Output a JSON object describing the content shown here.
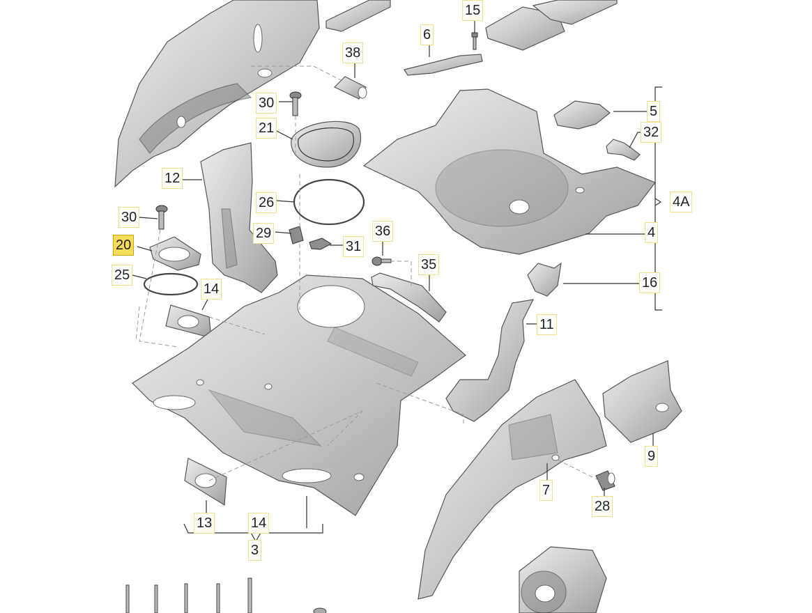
{
  "callouts": [
    {
      "id": "c15",
      "text": "15",
      "highlight": false
    },
    {
      "id": "c6",
      "text": "6",
      "highlight": false
    },
    {
      "id": "c38",
      "text": "38",
      "highlight": false
    },
    {
      "id": "c30a",
      "text": "30",
      "highlight": false
    },
    {
      "id": "c21",
      "text": "21",
      "highlight": false
    },
    {
      "id": "c5",
      "text": "5",
      "highlight": false
    },
    {
      "id": "c32",
      "text": "32",
      "highlight": false
    },
    {
      "id": "c12",
      "text": "12",
      "highlight": false
    },
    {
      "id": "c26",
      "text": "26",
      "highlight": false
    },
    {
      "id": "c4A",
      "text": "4A",
      "highlight": false
    },
    {
      "id": "c30b",
      "text": "30",
      "highlight": false
    },
    {
      "id": "c29",
      "text": "29",
      "highlight": false
    },
    {
      "id": "c36",
      "text": "36",
      "highlight": false
    },
    {
      "id": "c4",
      "text": "4",
      "highlight": false
    },
    {
      "id": "c20",
      "text": "20",
      "highlight": true
    },
    {
      "id": "c31",
      "text": "31",
      "highlight": false
    },
    {
      "id": "c35",
      "text": "35",
      "highlight": false
    },
    {
      "id": "c25",
      "text": "25",
      "highlight": false
    },
    {
      "id": "c16",
      "text": "16",
      "highlight": false
    },
    {
      "id": "c14a",
      "text": "14",
      "highlight": false
    },
    {
      "id": "c11",
      "text": "11",
      "highlight": false
    },
    {
      "id": "c9",
      "text": "9",
      "highlight": false
    },
    {
      "id": "c7",
      "text": "7",
      "highlight": false
    },
    {
      "id": "c28",
      "text": "28",
      "highlight": false
    },
    {
      "id": "c13",
      "text": "13",
      "highlight": false
    },
    {
      "id": "c14b",
      "text": "14",
      "highlight": false
    },
    {
      "id": "c3",
      "text": "3",
      "highlight": false
    }
  ],
  "colors": {
    "highlight": "#f6dc5a",
    "callout_border": "#f2e08a",
    "metal_light": "#e4e4e4",
    "metal_dark": "#9a9a9a"
  }
}
